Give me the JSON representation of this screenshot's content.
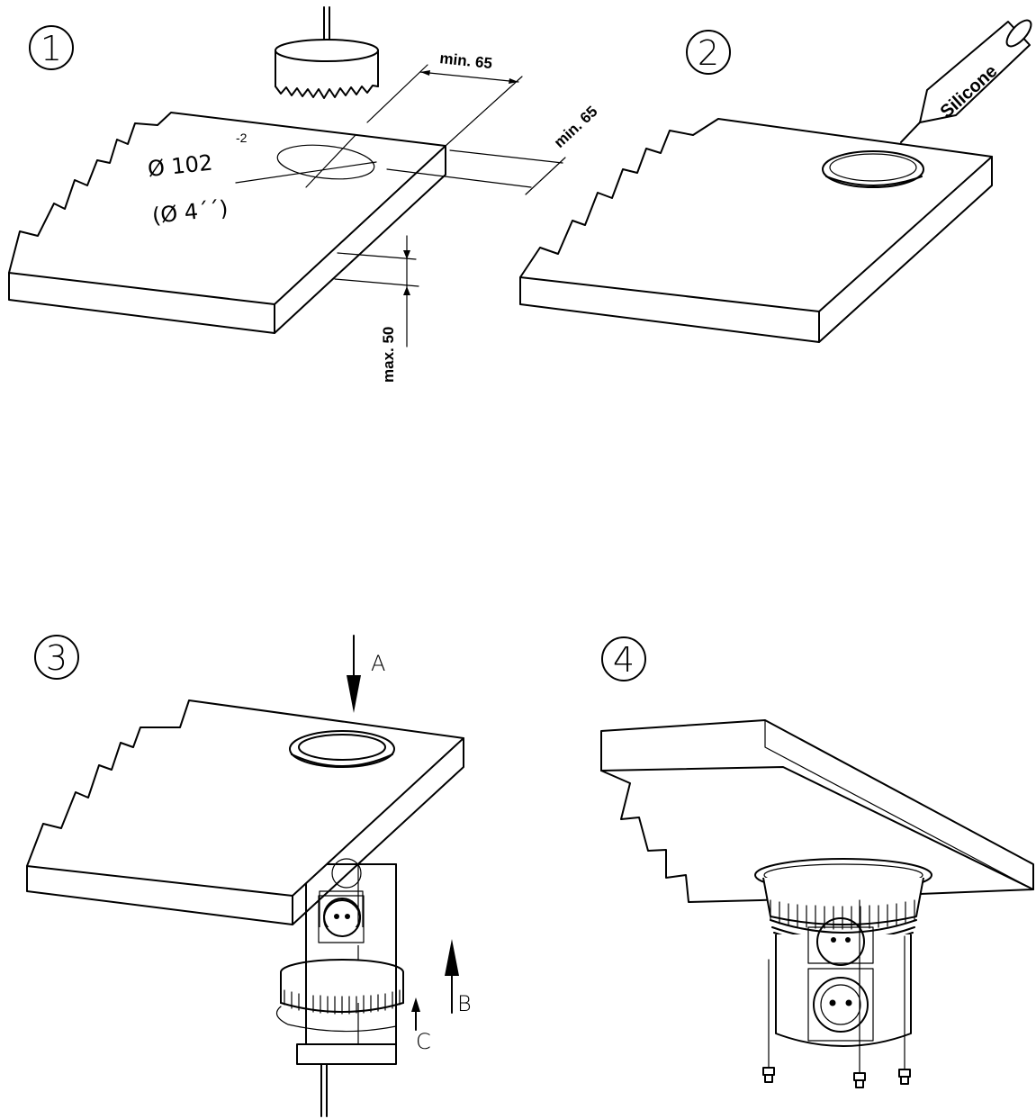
{
  "steps": {
    "s1": "1",
    "s2": "2",
    "s3": "3",
    "s4": "4"
  },
  "dimensions": {
    "min_top": "min. 65",
    "min_side": "min. 65",
    "diameter": "Ø 102",
    "tolerance": "-2",
    "diameter_inch": "(Ø 4´´)",
    "max_thickness": "max. 50"
  },
  "labels": {
    "silicone": "Silicone",
    "arrow_a": "A",
    "arrow_b": "B",
    "arrow_c": "C"
  }
}
